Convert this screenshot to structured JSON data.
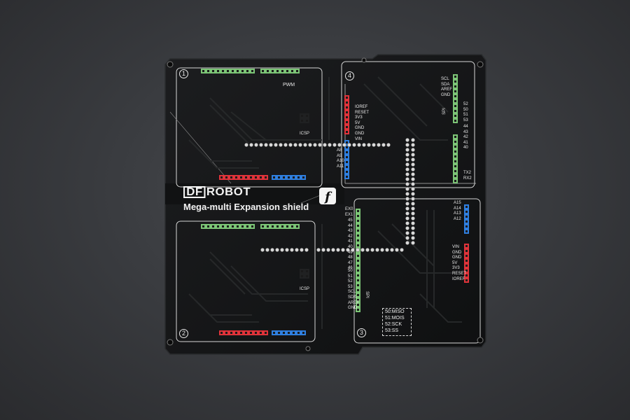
{
  "brand": {
    "logo_box": "DF",
    "logo_rest": "ROBOT",
    "product_title": "Mega-multi Expansion shield"
  },
  "quadrants": {
    "q1": "1",
    "q2": "2",
    "q3": "3",
    "q4": "4"
  },
  "labels": {
    "pwm": "PWM",
    "icsp": "ICSP",
    "spi": "SPI",
    "power_pins": [
      "IOREF",
      "RESET",
      "3V3",
      "5V",
      "GND",
      "GND",
      "VIN"
    ],
    "analog_pins": [
      "A8",
      "A9",
      "A10",
      "A11"
    ],
    "right_analog_pins": [
      "A12",
      "A13",
      "A14",
      "A15"
    ],
    "i2c_pins": [
      "SCL",
      "SDA",
      "AREF",
      "GND"
    ],
    "spi_pins": [
      "52",
      "50",
      "51",
      "53"
    ],
    "digital_pins": [
      "44",
      "43",
      "42",
      "41",
      "40"
    ],
    "serial_pins": [
      "TX2",
      "RX2"
    ],
    "ex_pins": [
      "EX0",
      "EX1"
    ],
    "q3_power_pins": [
      "VIN",
      "GND",
      "GND",
      "5V",
      "3V3",
      "RESET",
      "IOREF"
    ],
    "q3_header_nums": [
      "45",
      "44",
      "43",
      "42",
      "41",
      "40",
      "49",
      "48",
      "47",
      "46"
    ],
    "q3_spi_stack": [
      "50",
      "51",
      "52",
      "53",
      "SCL",
      "SDA",
      "AREF",
      "GND"
    ]
  },
  "spi_box": [
    "50:MISO",
    "51:MOIS",
    "52:SCK",
    "53:SS"
  ],
  "colors": {
    "green_header": "#7cc576",
    "red_header": "#e0333a",
    "blue_header": "#2f7fe0",
    "board": "#151617",
    "silk": "#f0f0f0"
  }
}
